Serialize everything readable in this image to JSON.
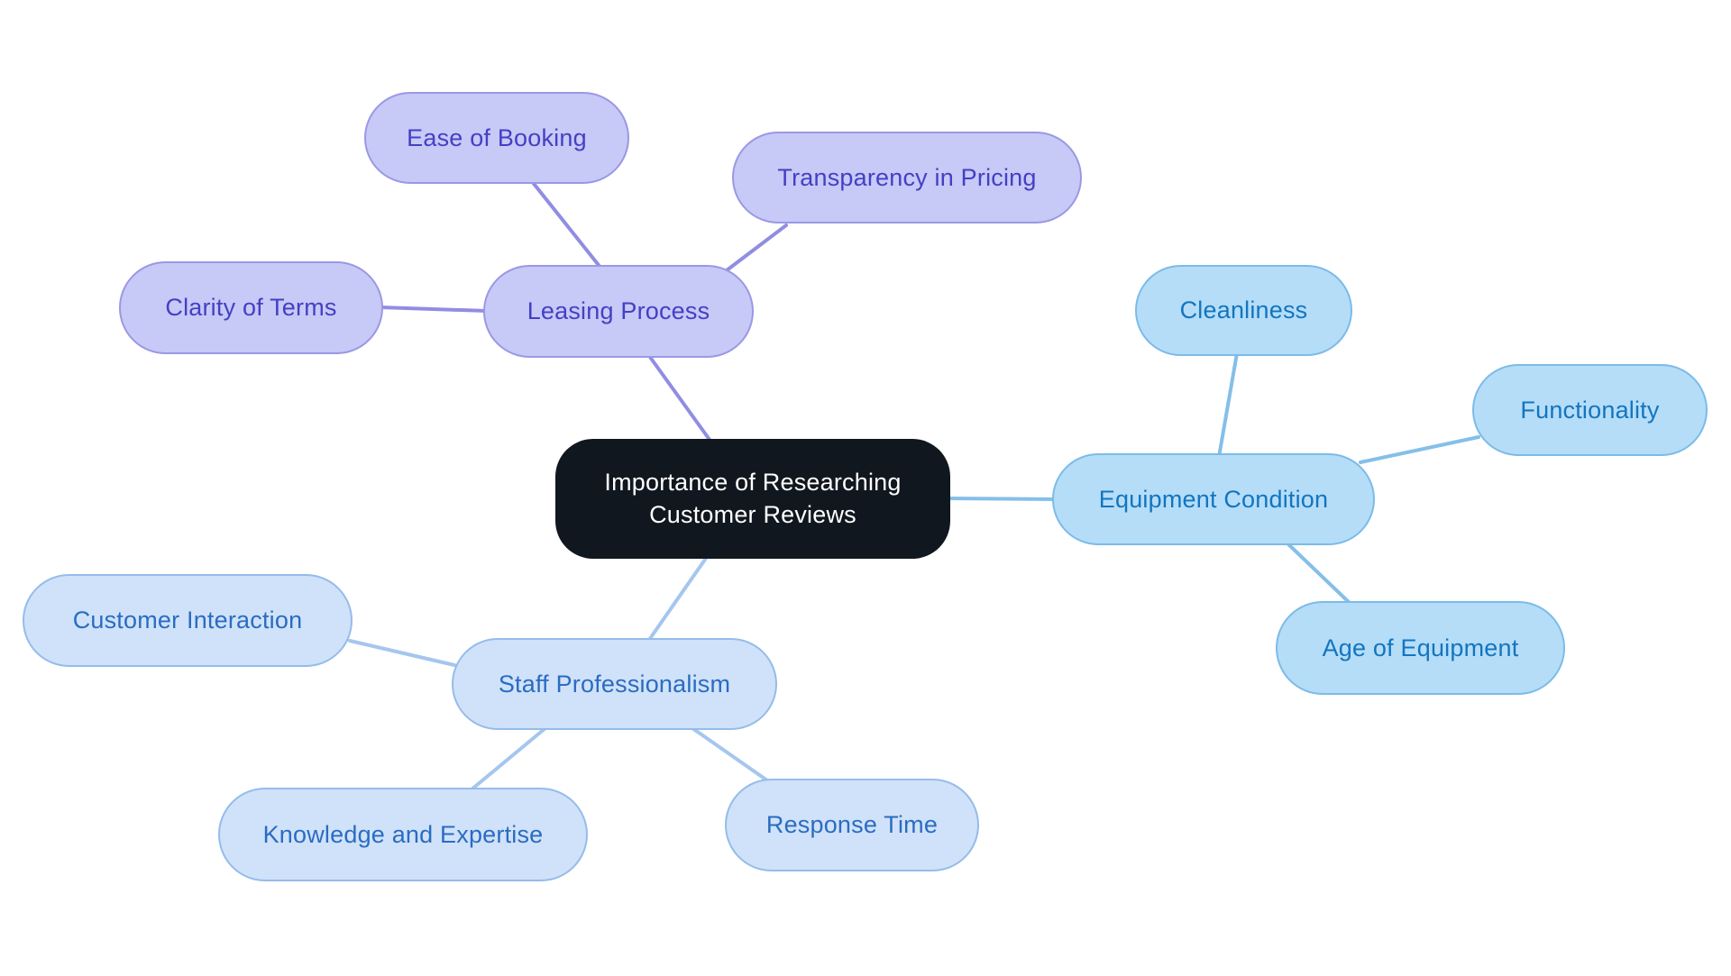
{
  "diagram": {
    "type": "mindmap",
    "root": {
      "label": "Importance of Researching Customer Reviews",
      "colors": {
        "fill": "#10171f",
        "text": "#ffffff"
      }
    },
    "branches": {
      "leasing": {
        "label": "Leasing Process",
        "colors": {
          "fill": "#c7c9f6",
          "border": "#9b98e4",
          "text": "#4340c4",
          "edge": "#918de2"
        },
        "children": {
          "ease": {
            "label": "Ease of Booking"
          },
          "transparency": {
            "label": "Transparency in Pricing"
          },
          "clarity": {
            "label": "Clarity of Terms"
          }
        }
      },
      "equipment": {
        "label": "Equipment Condition",
        "colors": {
          "fill": "#b5ddf8",
          "border": "#7cbbe8",
          "text": "#1375bf",
          "edge": "#85bfe9"
        },
        "children": {
          "cleanliness": {
            "label": "Cleanliness"
          },
          "functionality": {
            "label": "Functionality"
          },
          "age": {
            "label": "Age of Equipment"
          }
        }
      },
      "staff": {
        "label": "Staff Professionalism",
        "colors": {
          "fill": "#d0e2f9",
          "border": "#95bcea",
          "text": "#2a6cc2",
          "edge": "#a5c6ee"
        },
        "children": {
          "customer": {
            "label": "Customer Interaction"
          },
          "knowledge": {
            "label": "Knowledge and Expertise"
          },
          "response": {
            "label": "Response Time"
          }
        }
      }
    }
  }
}
